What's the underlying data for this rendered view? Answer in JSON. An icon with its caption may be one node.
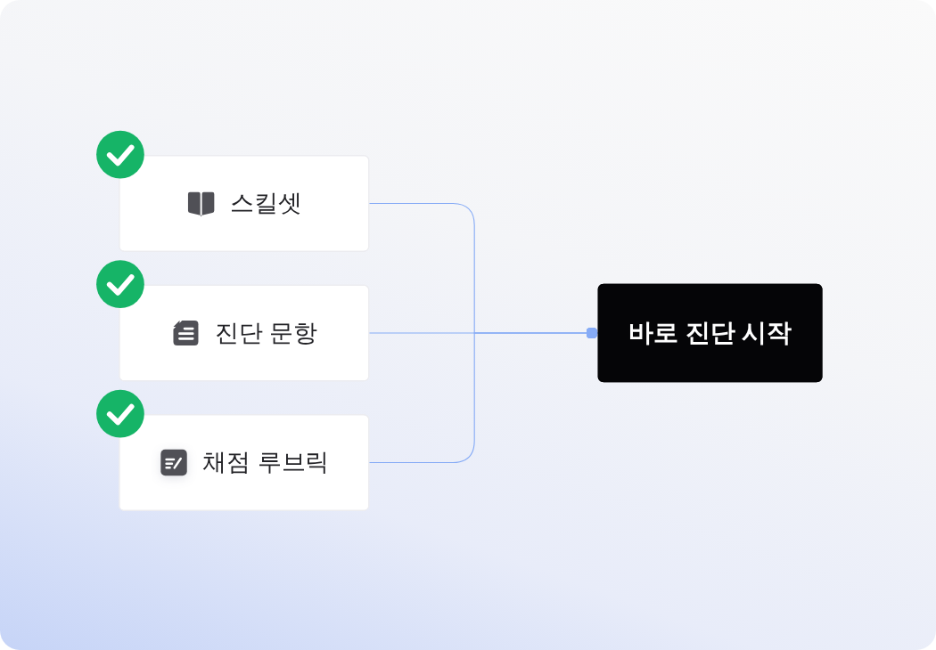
{
  "diagram": {
    "nodes": [
      {
        "text": [
          "스킬셋"
        ]
      },
      {
        "text": [
          "진단 문항"
        ]
      },
      {
        "text": [
          "채점 루브릭"
        ]
      },
      {
        "text": [
          "바로 진단 시작"
        ]
      }
    ],
    "edges": [
      {
        "from": 0,
        "to": 3,
        "arrow": "other"
      },
      {
        "from": 1,
        "to": 3,
        "arrow": "other"
      },
      {
        "from": 2,
        "to": 3,
        "arrow": "other"
      }
    ]
  }
}
